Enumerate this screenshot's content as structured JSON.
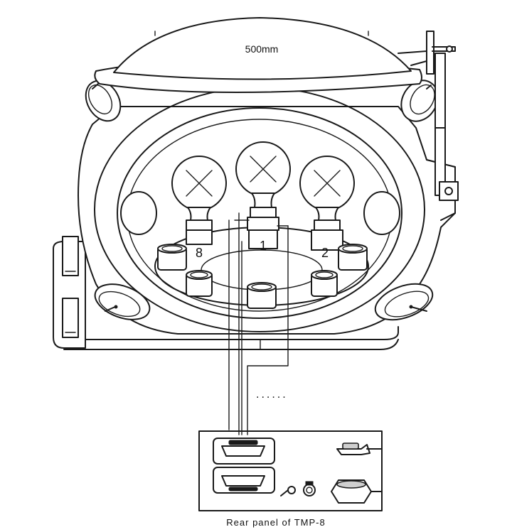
{
  "diagram": {
    "lid_label": "500mm",
    "bulb_labels": [
      "8",
      "1",
      "2"
    ],
    "ellipsis": "......",
    "caption": "Rear panel of TMP-8"
  },
  "colors": {
    "ink": "#1a1a1a",
    "background": "#ffffff",
    "shade": "#cfcfcf"
  }
}
